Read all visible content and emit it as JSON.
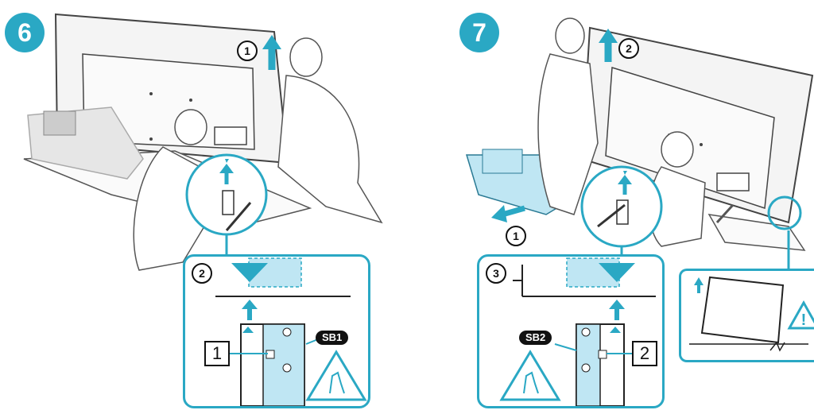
{
  "steps": [
    {
      "number": "6",
      "substep_lift": "1",
      "substep_detail": "2",
      "label_box": "1",
      "badge": "SB1"
    },
    {
      "number": "7",
      "substep_lift": "2",
      "substep_slide": "1",
      "substep_detail": "3",
      "label_box": "2",
      "badge": "SB2"
    }
  ],
  "colors": {
    "accent": "#2aa8c4",
    "light_accent": "#bfe6f3",
    "line": "#444444"
  },
  "icons": [
    "arrow-up-icon",
    "caution-icon",
    "pinch-hand-icon",
    "arrow-left-icon"
  ]
}
